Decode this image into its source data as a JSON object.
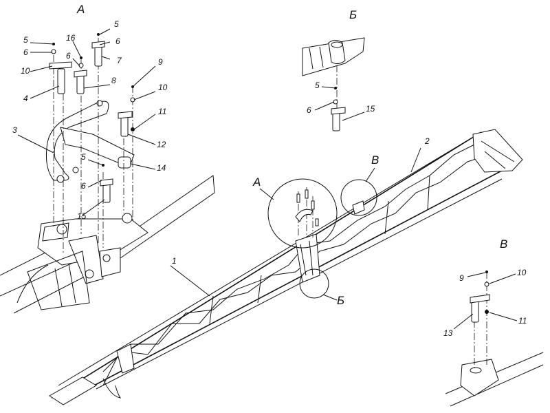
{
  "views": {
    "a": "А",
    "b": "Б",
    "v": "В"
  },
  "callouts": {
    "a": [
      "5",
      "6",
      "10",
      "4",
      "16",
      "6",
      "8",
      "5",
      "6",
      "7",
      "9",
      "10",
      "11",
      "12",
      "14",
      "3",
      "5",
      "6",
      "15"
    ],
    "b": [
      "5",
      "6",
      "15"
    ],
    "v": [
      "9",
      "10",
      "13",
      "11"
    ],
    "main": [
      "1",
      "2"
    ]
  }
}
